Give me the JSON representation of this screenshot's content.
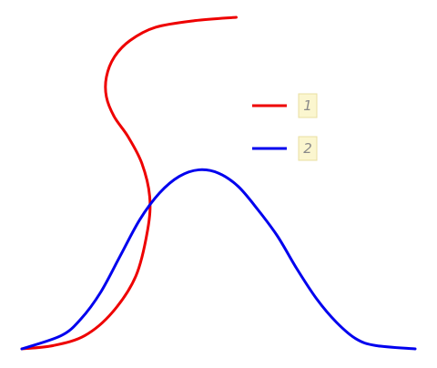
{
  "chart_data": {
    "type": "line",
    "title": "",
    "xlabel": "",
    "ylabel": "",
    "grid": false,
    "axes_visible": false,
    "legend": "right",
    "xlim": [
      0,
      10
    ],
    "ylim": [
      0,
      1
    ],
    "series": [
      {
        "name": "1",
        "color": "#ee0000",
        "x": [
          0.0,
          0.8,
          1.6,
          2.3,
          2.9,
          3.2,
          3.25,
          3.05,
          2.7,
          2.35,
          2.15,
          2.15,
          2.35,
          2.75,
          3.4,
          4.4,
          5.45
        ],
        "y": [
          0.0,
          0.01,
          0.04,
          0.11,
          0.22,
          0.36,
          0.46,
          0.56,
          0.64,
          0.7,
          0.76,
          0.82,
          0.88,
          0.93,
          0.97,
          0.99,
          1.0
        ]
      },
      {
        "name": "2",
        "color": "#0000ee",
        "x": [
          0.0,
          1.0,
          1.5,
          2.0,
          2.5,
          3.0,
          3.5,
          4.0,
          4.5,
          5.0,
          5.5,
          6.0,
          6.5,
          7.0,
          7.5,
          8.0,
          8.5,
          9.0,
          10.0
        ],
        "y": [
          0.0,
          0.04,
          0.09,
          0.17,
          0.28,
          0.39,
          0.47,
          0.52,
          0.54,
          0.53,
          0.49,
          0.42,
          0.34,
          0.24,
          0.15,
          0.08,
          0.03,
          0.01,
          0.0
        ]
      }
    ]
  }
}
